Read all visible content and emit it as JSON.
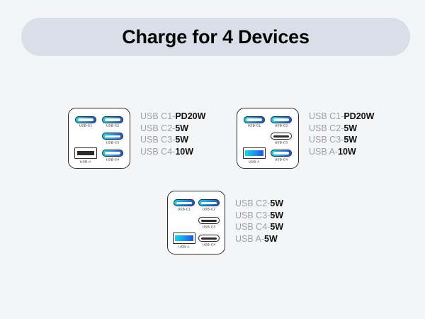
{
  "header": {
    "title": "Charge for 4 Devices",
    "pill_color": "#dadee8"
  },
  "page": {
    "background_color": "#f4f5f7",
    "accent_gradient_start": "#12d6e0",
    "accent_gradient_end": "#1d56d8",
    "port_outline_color": "#2b2b2b",
    "legend_name_color": "#a0a0a6",
    "legend_value_color": "#121212"
  },
  "devices": [
    {
      "id": "device-1",
      "ports": [
        {
          "slot": "top-left",
          "type": "usb-c",
          "label": "USB-C1",
          "lit": true
        },
        {
          "slot": "top-right",
          "type": "usb-c",
          "label": "USB-C2",
          "lit": true
        },
        {
          "slot": "middle-left",
          "type": "empty",
          "label": "",
          "lit": false
        },
        {
          "slot": "middle-right",
          "type": "usb-c",
          "label": "USB-C3",
          "lit": true
        },
        {
          "slot": "bottom-left",
          "type": "usb-a",
          "label": "USB-A",
          "lit": false
        },
        {
          "slot": "bottom-right",
          "type": "usb-c",
          "label": "USB-C4",
          "lit": true
        }
      ],
      "legend": [
        {
          "name": "USB C1-",
          "value": "PD20W"
        },
        {
          "name": "USB C2-",
          "value": "5W"
        },
        {
          "name": "USB C3-",
          "value": "5W"
        },
        {
          "name": "USB C4-",
          "value": "10W"
        }
      ]
    },
    {
      "id": "device-2",
      "ports": [
        {
          "slot": "top-left",
          "type": "usb-c",
          "label": "USB-C1",
          "lit": true
        },
        {
          "slot": "top-right",
          "type": "usb-c",
          "label": "USB-C2",
          "lit": true
        },
        {
          "slot": "middle-left",
          "type": "empty",
          "label": "",
          "lit": false
        },
        {
          "slot": "middle-right",
          "type": "usb-c",
          "label": "USB-C3",
          "lit": false
        },
        {
          "slot": "bottom-left",
          "type": "usb-a",
          "label": "USB-A",
          "lit": true
        },
        {
          "slot": "bottom-right",
          "type": "usb-c",
          "label": "USB-C4",
          "lit": true
        }
      ],
      "legend": [
        {
          "name": "USB C1-",
          "value": "PD20W"
        },
        {
          "name": "USB C2-",
          "value": "5W"
        },
        {
          "name": "USB C3-",
          "value": "5W"
        },
        {
          "name": "USB A-",
          "value": "10W"
        }
      ]
    },
    {
      "id": "device-3",
      "ports": [
        {
          "slot": "top-left",
          "type": "usb-c",
          "label": "USB-C1",
          "lit": true
        },
        {
          "slot": "top-right",
          "type": "usb-c",
          "label": "USB-C2",
          "lit": true
        },
        {
          "slot": "middle-left",
          "type": "empty",
          "label": "",
          "lit": false
        },
        {
          "slot": "middle-right",
          "type": "usb-c",
          "label": "USB-C3",
          "lit": false
        },
        {
          "slot": "bottom-left",
          "type": "usb-a",
          "label": "USB-A",
          "lit": true
        },
        {
          "slot": "bottom-right",
          "type": "usb-c",
          "label": "USB-C4",
          "lit": false
        }
      ],
      "legend": [
        {
          "name": "USB C2-",
          "value": "5W"
        },
        {
          "name": "USB C3-",
          "value": "5W"
        },
        {
          "name": "USB C4-",
          "value": "5W"
        },
        {
          "name": "USB A-",
          "value": "5W"
        }
      ]
    }
  ]
}
